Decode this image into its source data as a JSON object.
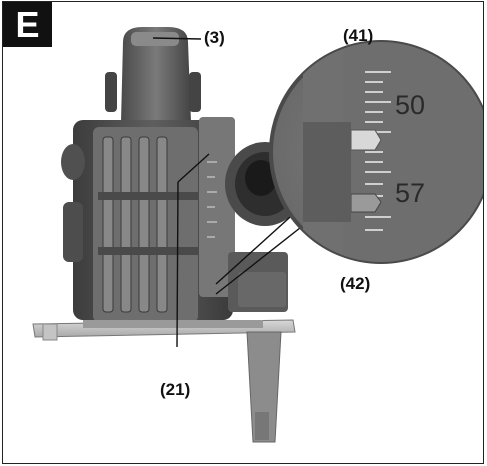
{
  "figure": {
    "letter": "E",
    "callouts": {
      "c3": "(3)",
      "c41": "(41)",
      "c42": "(42)",
      "c21": "(21)"
    },
    "scale": {
      "upper": "50",
      "lower": "57"
    }
  }
}
